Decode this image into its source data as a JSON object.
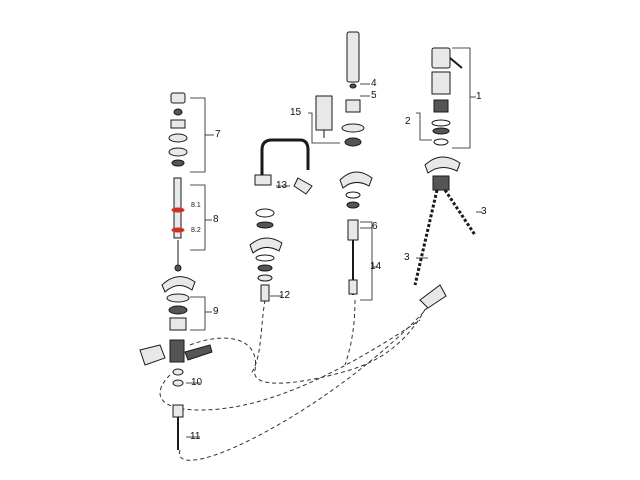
{
  "diagram": {
    "labels": {
      "l1": "1",
      "l2": "2",
      "l3a": "3",
      "l3b": "3",
      "l4": "4",
      "l5": "5",
      "l6": "6",
      "l7": "7",
      "l8": "8",
      "l8_1": "8.1",
      "l8_2": "8.2",
      "l9": "9",
      "l10": "10",
      "l11": "11",
      "l12": "12",
      "l13": "13",
      "l14": "14",
      "l15": "15"
    },
    "colors": {
      "line": "#1a1a1a",
      "part_fill": "#e8e8e8",
      "part_dark": "#555555",
      "accent_red": "#d03020"
    }
  }
}
